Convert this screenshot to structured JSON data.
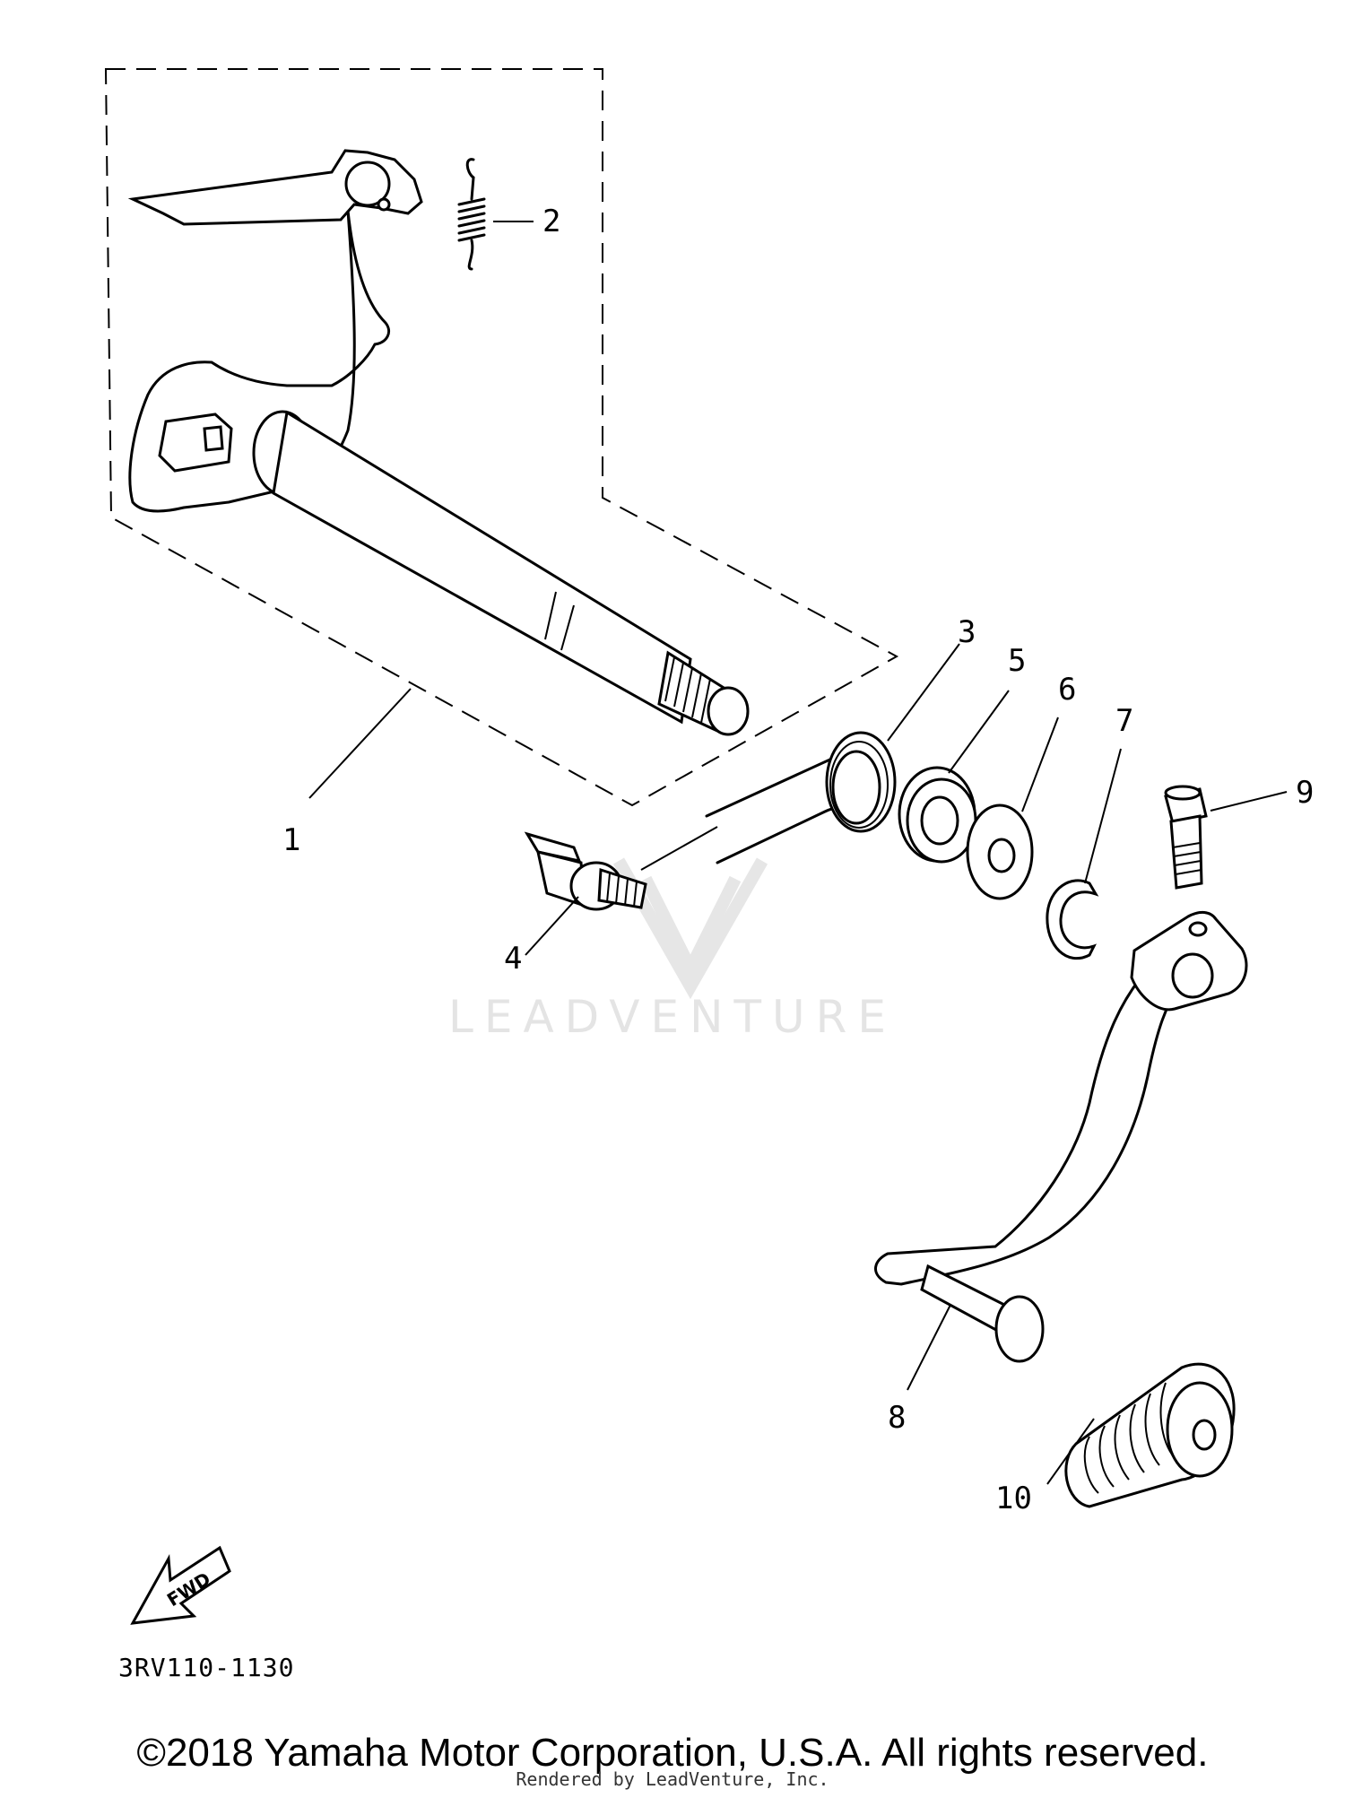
{
  "diagram": {
    "callouts": [
      {
        "id": "1",
        "label": "1"
      },
      {
        "id": "2",
        "label": "2"
      },
      {
        "id": "3",
        "label": "3"
      },
      {
        "id": "4",
        "label": "4"
      },
      {
        "id": "5",
        "label": "5"
      },
      {
        "id": "6",
        "label": "6"
      },
      {
        "id": "7",
        "label": "7"
      },
      {
        "id": "8",
        "label": "8"
      },
      {
        "id": "9",
        "label": "9"
      },
      {
        "id": "10",
        "label": "10"
      }
    ],
    "fwd_label": "FWD",
    "drawing_code": "3RV110-1130",
    "watermark": "LEADVENTURE"
  },
  "footer": {
    "copyright": "©2018 Yamaha Motor Corporation, U.S.A. All rights reserved.",
    "rendered_by": "Rendered by LeadVenture, Inc."
  }
}
